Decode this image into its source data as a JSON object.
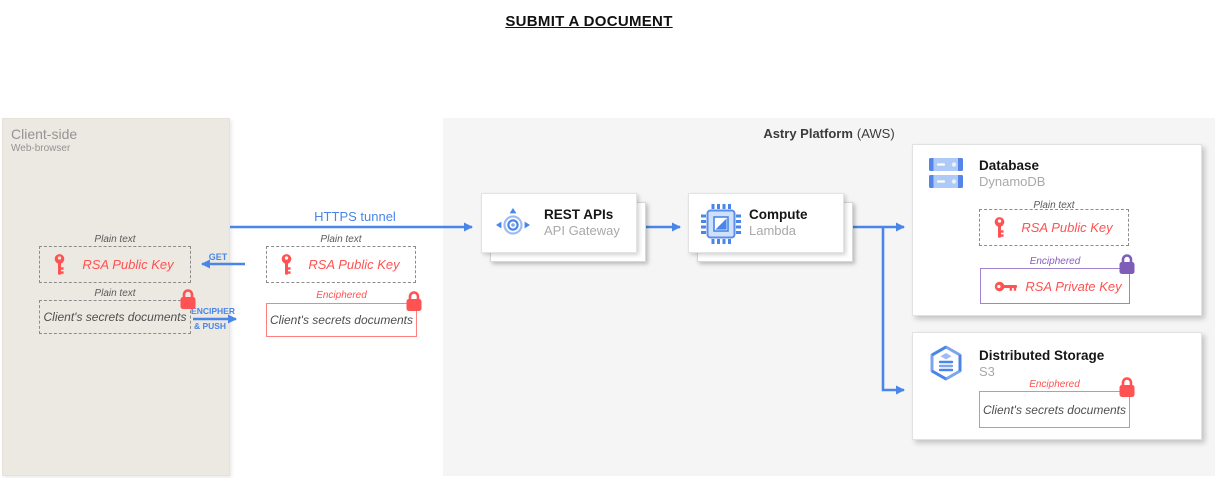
{
  "title": "SUBMIT A DOCUMENT",
  "client": {
    "title": "Client-side",
    "subtitle": "Web-browser",
    "public_key": {
      "label": "Plain text",
      "text": "RSA Public Key"
    },
    "documents": {
      "label": "Plain text",
      "text": "Client's secrets documents"
    }
  },
  "flows": {
    "https_tunnel": "HTTPS tunnel",
    "get": "GET",
    "encipher_line1": "ENCIPHER",
    "encipher_line2": "& PUSH"
  },
  "staging": {
    "public_key": {
      "label": "Plain text",
      "text": "RSA Public Key"
    },
    "documents": {
      "label": "Enciphered",
      "text": "Client's secrets documents"
    }
  },
  "platform": {
    "name": "Astry Platform",
    "provider": "(AWS)",
    "rest_apis": {
      "title": "REST APIs",
      "subtitle": "API Gateway"
    },
    "compute": {
      "title": "Compute",
      "subtitle": "Lambda"
    },
    "database": {
      "title": "Database",
      "subtitle": "DynamoDB",
      "public_key": {
        "label": "Plain text",
        "text": "RSA Public Key"
      },
      "private_key": {
        "label": "Enciphered",
        "text": "RSA Private Key"
      }
    },
    "storage": {
      "title": "Distributed Storage",
      "subtitle": "S3",
      "documents": {
        "label": "Enciphered",
        "text": "Client's secrets documents"
      }
    }
  },
  "colors": {
    "arrow_blue": "#4A86E8",
    "key_red": "#FF5252",
    "enciphered_purple": "#8C59C2",
    "client_panel_bg": "#ECE9E2",
    "platform_bg": "#F5F5F5"
  }
}
